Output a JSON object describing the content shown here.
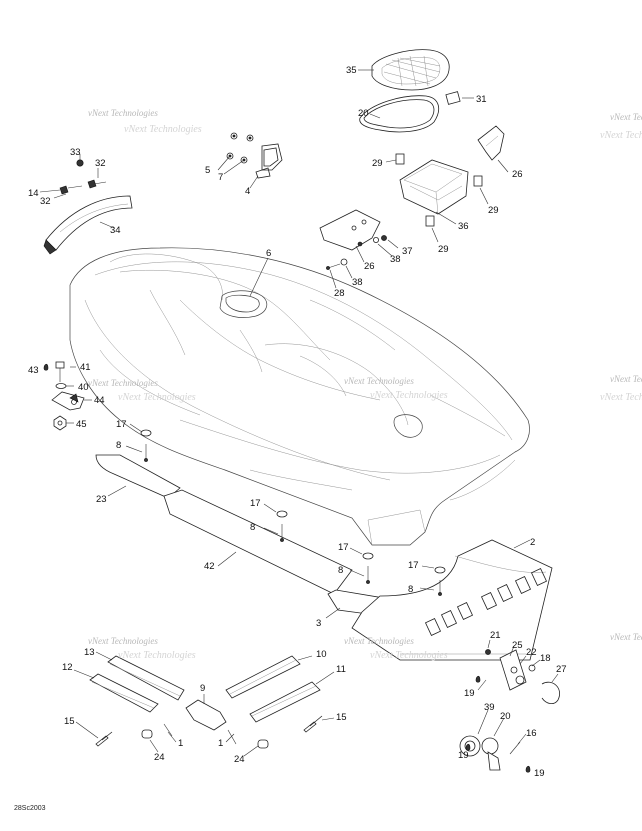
{
  "watermark": "vNext Technologies",
  "drawing_ref": "28Sc2003",
  "labels": [
    "35",
    "31",
    "20",
    "29",
    "26",
    "29",
    "36",
    "29",
    "37",
    "38",
    "26",
    "38",
    "28",
    "6",
    "33",
    "32",
    "14",
    "32",
    "34",
    "5",
    "7",
    "4",
    "43",
    "41",
    "40",
    "44",
    "45",
    "17",
    "8",
    "23",
    "42",
    "17",
    "8",
    "17",
    "8",
    "17",
    "8",
    "2",
    "3",
    "13",
    "12",
    "15",
    "9",
    "10",
    "11",
    "15",
    "1",
    "24",
    "1",
    "24",
    "21",
    "25",
    "22",
    "18",
    "27",
    "19",
    "39",
    "20",
    "16",
    "19",
    "19"
  ],
  "colors": {
    "line": "#222222",
    "watermark": "#b8b8b8",
    "background": "#ffffff"
  }
}
